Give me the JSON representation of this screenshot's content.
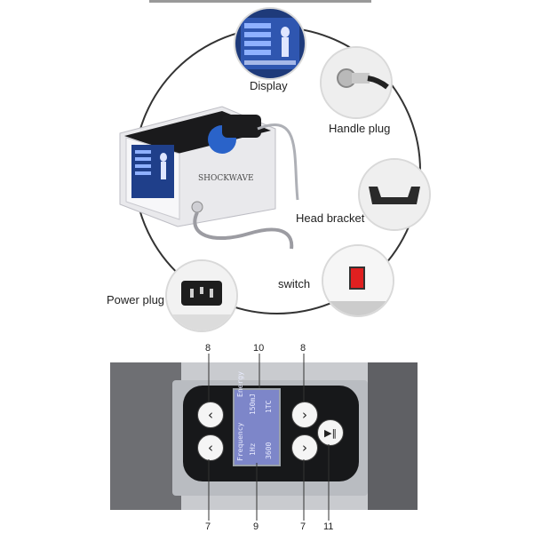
{
  "labels": {
    "display": "Display",
    "handle_plug": "Handle plug",
    "head_bracket": "Head bracket",
    "switch": "switch",
    "power_plug": "Power plug"
  },
  "device": {
    "brand": "SHOCKWAVE"
  },
  "callouts": {
    "top_left": "8",
    "top_middle": "10",
    "top_right": "8",
    "bottom_left": "7",
    "bottom_middle": "9",
    "bottom_right": "7",
    "bottom_far_right": "11"
  },
  "lcd": {
    "energy_label": "Energy",
    "energy_value": "150mJ",
    "frequency_label": "Frequency",
    "frequency_value": "1Hz",
    "count_value": "3600",
    "unit_top": "1TC"
  },
  "icons": {
    "up": "chevron-up-icon",
    "down": "chevron-down-icon",
    "play_pause": "play-pause-icon"
  }
}
